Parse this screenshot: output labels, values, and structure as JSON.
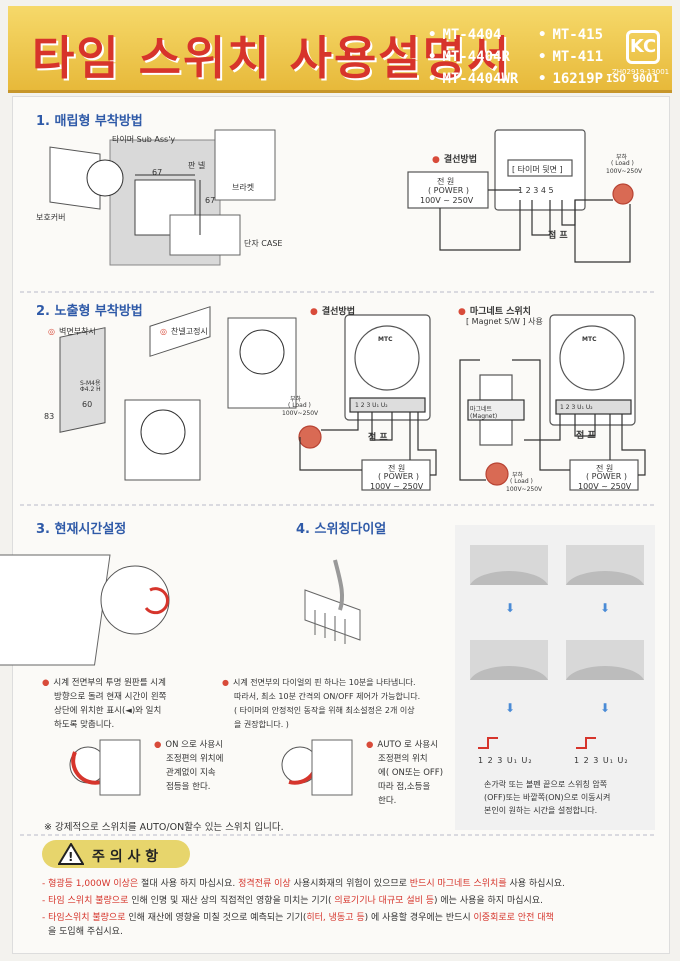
{
  "header": {
    "title": "타임 스위치 사용설명서",
    "models_col1": [
      "MT-4404",
      "MT-4404R",
      "MT-4404WR"
    ],
    "models_col2": [
      "MT-415",
      "MT-411",
      "16219P"
    ],
    "kc_mark": "KC",
    "kc_code": "ZH02919-13001",
    "iso": "ISO 9001",
    "colors": {
      "title": "#d7342b",
      "banner": "#f0cd55",
      "section": "#2f5aa8"
    }
  },
  "section1": {
    "title": "1. 매립형 부착방법",
    "labels": {
      "sub_assy": "타이머 Sub Ass'y",
      "panel": "판 넬",
      "bracket": "브라켓",
      "cover": "보호커버",
      "terminal_case": "단자 CASE",
      "dim_w": "67",
      "dim_h": "67",
      "wiring": "결선방법",
      "timer_face": "[ 타이머 뒷면 ]",
      "terminals": "1 2 3 4 5",
      "power_label": "전 원",
      "power_en": "( POWER )",
      "power_range": "100V ~ 250V",
      "load": "부하",
      "load_en": "( Load )",
      "load_range": "100V~250V",
      "jumper": "점 프"
    }
  },
  "section2": {
    "title": "2. 노출형 부착방법",
    "labels": {
      "wall_mount": "벽면부착시",
      "rail_mount": "찬넬고정시",
      "screw": "S-M4용",
      "screw2": "Φ4.2 H",
      "dim_60": "60",
      "dim_83": "83",
      "wiring": "결선방법",
      "magnet": "마그네트 스위치",
      "magnet_en": "[ Magnet S/W ] 사용",
      "brand": "MTC",
      "terminals": "1 2 3 U₁ U₂",
      "load": "부하",
      "load_en": "( Load )",
      "load_range": "100V~250V",
      "jumper": "점 프",
      "power_label": "전 원",
      "power_en": "( POWER )",
      "power_range": "100V ~ 250V",
      "magnet_box": "마그네트\n(Magnet)"
    }
  },
  "section3": {
    "title": "3. 현재시간설정",
    "para1": [
      "시계 전면부의 투명 원판를 시계",
      "방향으로 돌려 현재 시간이 왼쪽",
      "상단에 위치한 표시(◄)와 일치",
      "하도록 맞춥니다."
    ],
    "on_text": [
      "ON 으로 사용시",
      "조정편의 위치에",
      "관계없이 지속",
      "점등을 한다."
    ]
  },
  "section4": {
    "title": "4. 스위칭다이얼",
    "para1": [
      "시계 전면부의 다이얼의 핀 하나는 10분을 나타냅니다.",
      "따라서, 최소 10분 간격의 ON/OFF 제어가 가능합니다.",
      "( 타이머의 안정적인 동작을 위해 최소설정은 2개 이상",
      "을 권장합니다. )"
    ],
    "auto_text": [
      "AUTO 로 사용시",
      "조정편의 위치",
      "에( ON또는 OFF)",
      "따라 점,소등을",
      "한다."
    ],
    "terminal_labels": [
      "1",
      "2",
      "3",
      "U₁",
      "U₂"
    ],
    "side_text": [
      "손가락 또는 볼펜 끝으로 스위칭 암쪽",
      "(OFF)또는 바깥쪽(ON)으로 이동시켜",
      "본인이 원하는 시간을 설정합니다."
    ]
  },
  "note": "※ 강제적으로 스위치를 AUTO/ON할수 있는 스위치 입니다.",
  "caution": {
    "title": "주 의 사 항",
    "lines": [
      {
        "a": "- 형광등 1,000W 이상은",
        "b": " 절대 사용 하지 마십시요. ",
        "c": "정격전류 이상",
        "d": " 사용시화재의 위험이 있으므로 ",
        "e": "반드시 마그네트 스위치를",
        "f": " 사용 하십시요."
      },
      {
        "a": "- 타임 스위치 불량으로",
        "b": " 인해 인명 및 재산 상의 직접적인 영향을 미치는 기기(",
        "c": " 의료기기나 대규모 설비 등",
        "d": ") 에는 사용을 하지 마십시요.",
        "e": "",
        "f": ""
      },
      {
        "a": "- 타임스위치 불량으로",
        "b": " 인해 재산에 영향을 미칠 것으로 예측되는 기기(",
        "c": "히터, 냉동고 등",
        "d": ") 에 사용할 경우에는 반드시 ",
        "e": "이중회로로 안전 대책",
        "f": ""
      }
    ],
    "last_line": "을 도입해 주십시요."
  }
}
